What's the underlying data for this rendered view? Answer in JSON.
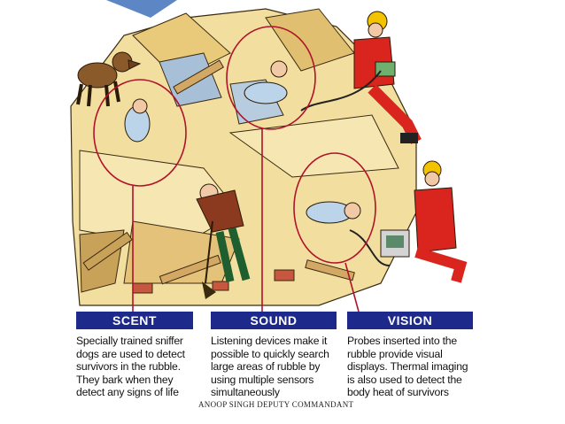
{
  "columns": [
    {
      "heading": "SCENT",
      "text": "Specially trained sniffer dogs are used to detect survivors in the rubble. They bark when they detect any signs of life"
    },
    {
      "heading": "SOUND",
      "text": "Listening devices make it possible to quickly search large areas of rubble by using multiple sensors simultaneously"
    },
    {
      "heading": "VISION",
      "text": "Probes inserted into the rubble provide visual displays. Thermal imaging is also used to detect the body heat of survivors"
    }
  ],
  "footer": "ANOOP SINGH DEPUTY COMMANDANT",
  "colors": {
    "rubble": "#f2dfa0",
    "rubble_shadow": "#c9a25a",
    "caption_bar": "#1d2a8c",
    "rescuer": "#d9251d",
    "helmet": "#f4c300",
    "circle": "#b0122a"
  }
}
